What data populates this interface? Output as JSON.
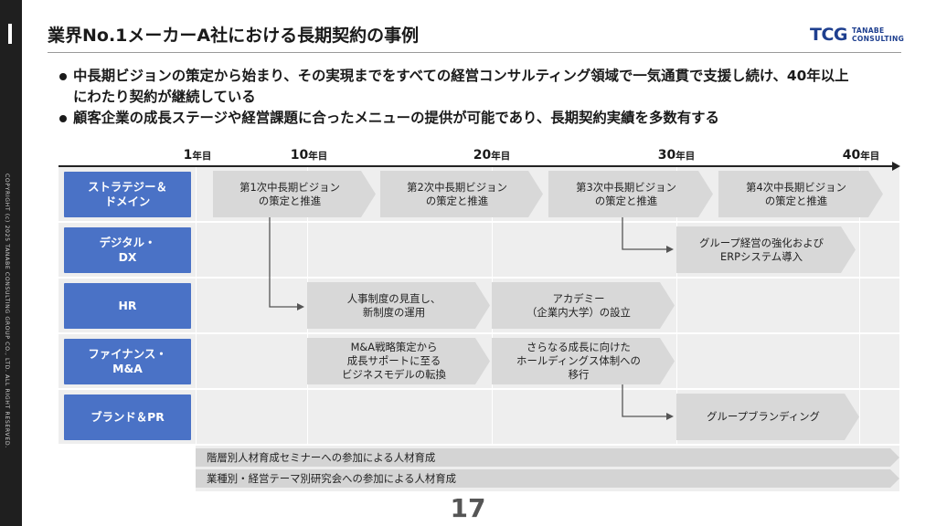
{
  "sidebar": {
    "copyright": "COPYRIGHT (c) 2025 TANABE CONSULTING GROUP CO., LTD. ALL RIGHT RESERVED."
  },
  "header": {
    "title": "業界No.1メーカーA社における長期契約の事例",
    "logo_mark": "TCG",
    "logo_line1": "TANABE",
    "logo_line2": "CONSULTING"
  },
  "bullets": [
    "中長期ビジョンの策定から始まり、その実現までをすべての経営コンサルティング領域で一気通貫で支援し続け、40年以上にわたり契約が継続している",
    "顧客企業の成長ステージや経営課題に合ったメニューの提供が可能であり、長期契約実績を多数有する"
  ],
  "timeline": {
    "years": [
      {
        "num": "1",
        "unit": "年目"
      },
      {
        "num": "10",
        "unit": "年目"
      },
      {
        "num": "20",
        "unit": "年目"
      },
      {
        "num": "30",
        "unit": "年目"
      },
      {
        "num": "40",
        "unit": "年目"
      }
    ],
    "rows": [
      "ストラテジー＆\nドメイン",
      "デジタル・\nDX",
      "HR",
      "ファイナンス・\nM&A",
      "ブランド＆PR"
    ],
    "items": {
      "vision1": "第1次中長期ビジョン\nの策定と推進",
      "vision2": "第2次中長期ビジョン\nの策定と推進",
      "vision3": "第3次中長期ビジョン\nの策定と推進",
      "vision4": "第4次中長期ビジョン\nの策定と推進",
      "erp": "グループ経営の強化および\nERPシステム導入",
      "hr1": "人事制度の見直し、\n新制度の運用",
      "hr2": "アカデミー\n（企業内大学）の設立",
      "fin1": "M&A戦略策定から\n成長サポートに至る\nビジネスモデルの転換",
      "fin2": "さらなる成長に向けた\nホールディングス体制への\n移行",
      "brand": "グループブランディング",
      "bar1": "階層別人材育成セミナーへの参加による人材育成",
      "bar2": "業種別・経営テーマ別研究会への参加による人材育成"
    }
  },
  "page_number": "17"
}
